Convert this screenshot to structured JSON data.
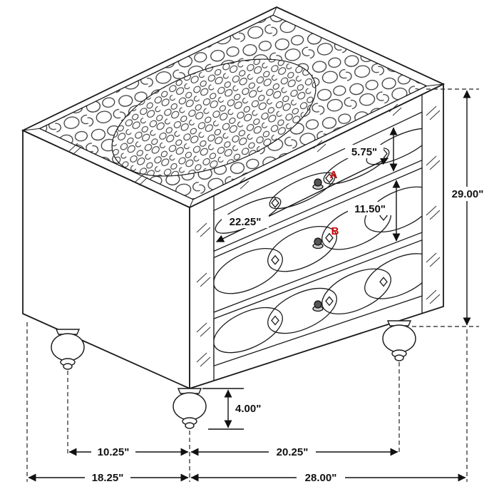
{
  "diagram": {
    "subject": "three-drawer nightstand isometric line drawing with dimensions",
    "background": "#ffffff",
    "line_color": "#1a1a1a",
    "accent_color": "#d40000",
    "drawer_labels": {
      "a": "A",
      "b": "B"
    },
    "dimensions": {
      "top_drawer_height": "5.75\"",
      "drawer_front_width": "22.25\"",
      "middle_drawer_height": "11.50\"",
      "overall_height": "29.00\"",
      "foot_height": "4.00\"",
      "foot_inset_depth": "10.25\"",
      "foot_span_width": "20.25\"",
      "overall_depth": "18.25\"",
      "overall_width": "28.00\""
    }
  }
}
